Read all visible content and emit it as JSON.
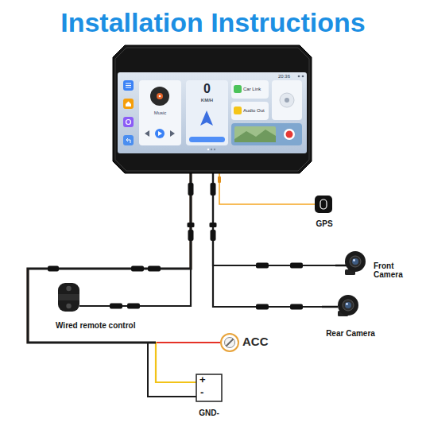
{
  "diagram": {
    "title": "Installation Instructions",
    "nodes": [
      {
        "text": [
          "20:36",
          "Music",
          "0",
          "KM/H",
          "Car Link",
          "Audio Out"
        ]
      },
      {
        "text": [
          "GPS"
        ]
      },
      {
        "text": [
          "Front Camera"
        ]
      },
      {
        "text": [
          "Wired remote control"
        ]
      },
      {
        "text": [
          "Rear Camera"
        ]
      },
      {
        "text": [
          "ACC"
        ]
      },
      {
        "text": [
          "+",
          "-",
          "GND-"
        ]
      }
    ],
    "edges": [
      {
        "from": 0,
        "to": 1,
        "arrow": "none"
      },
      {
        "from": 0,
        "to": 2,
        "arrow": "none"
      },
      {
        "from": 0,
        "to": 3,
        "arrow": "none"
      },
      {
        "from": 0,
        "to": 4,
        "arrow": "none"
      },
      {
        "from": 0,
        "to": 5,
        "arrow": "none"
      },
      {
        "from": 0,
        "to": 6,
        "arrow": "none"
      }
    ]
  }
}
